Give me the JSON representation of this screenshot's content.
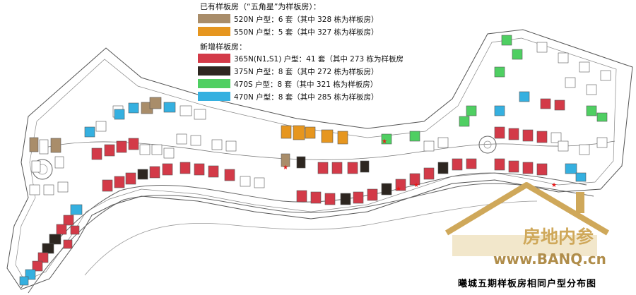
{
  "legend": {
    "existing_header": "已有样板房（“五角星”为样板房）：",
    "new_header": "新增样板房：",
    "items": [
      {
        "color": "#a98d6a",
        "text": "520N 户型：6 套（其中 328 栋为样板房）"
      },
      {
        "color": "#e6961f",
        "text": "550N 户型：5 套（其中 327 栋为样板房）"
      },
      {
        "color": "#d33a48",
        "text": "365N(N1,S1) 户型：41 套（其中 273 栋为样板房"
      },
      {
        "color": "#2d2620",
        "text": "375N 户型：8 套（其中 272 栋为样板房）"
      },
      {
        "color": "#4fcf62",
        "text": "470S 户型：8 套（其中 321 栋为样板房）"
      },
      {
        "color": "#35b0e0",
        "text": "470N 户型：8 套（其中 285 栋为样板房）"
      }
    ]
  },
  "watermark": {
    "brand": "房地内参",
    "url": "www.BANQ.cn"
  },
  "caption": "曦城五期样板房相同户型分布图",
  "colors": {
    "type_520N": "#a98d6a",
    "type_550N": "#e6961f",
    "type_365N": "#d33a48",
    "type_375N": "#2d2620",
    "type_470S": "#4fcf62",
    "type_470N": "#35b0e0",
    "outline": "#555555",
    "star": "#e81818"
  }
}
